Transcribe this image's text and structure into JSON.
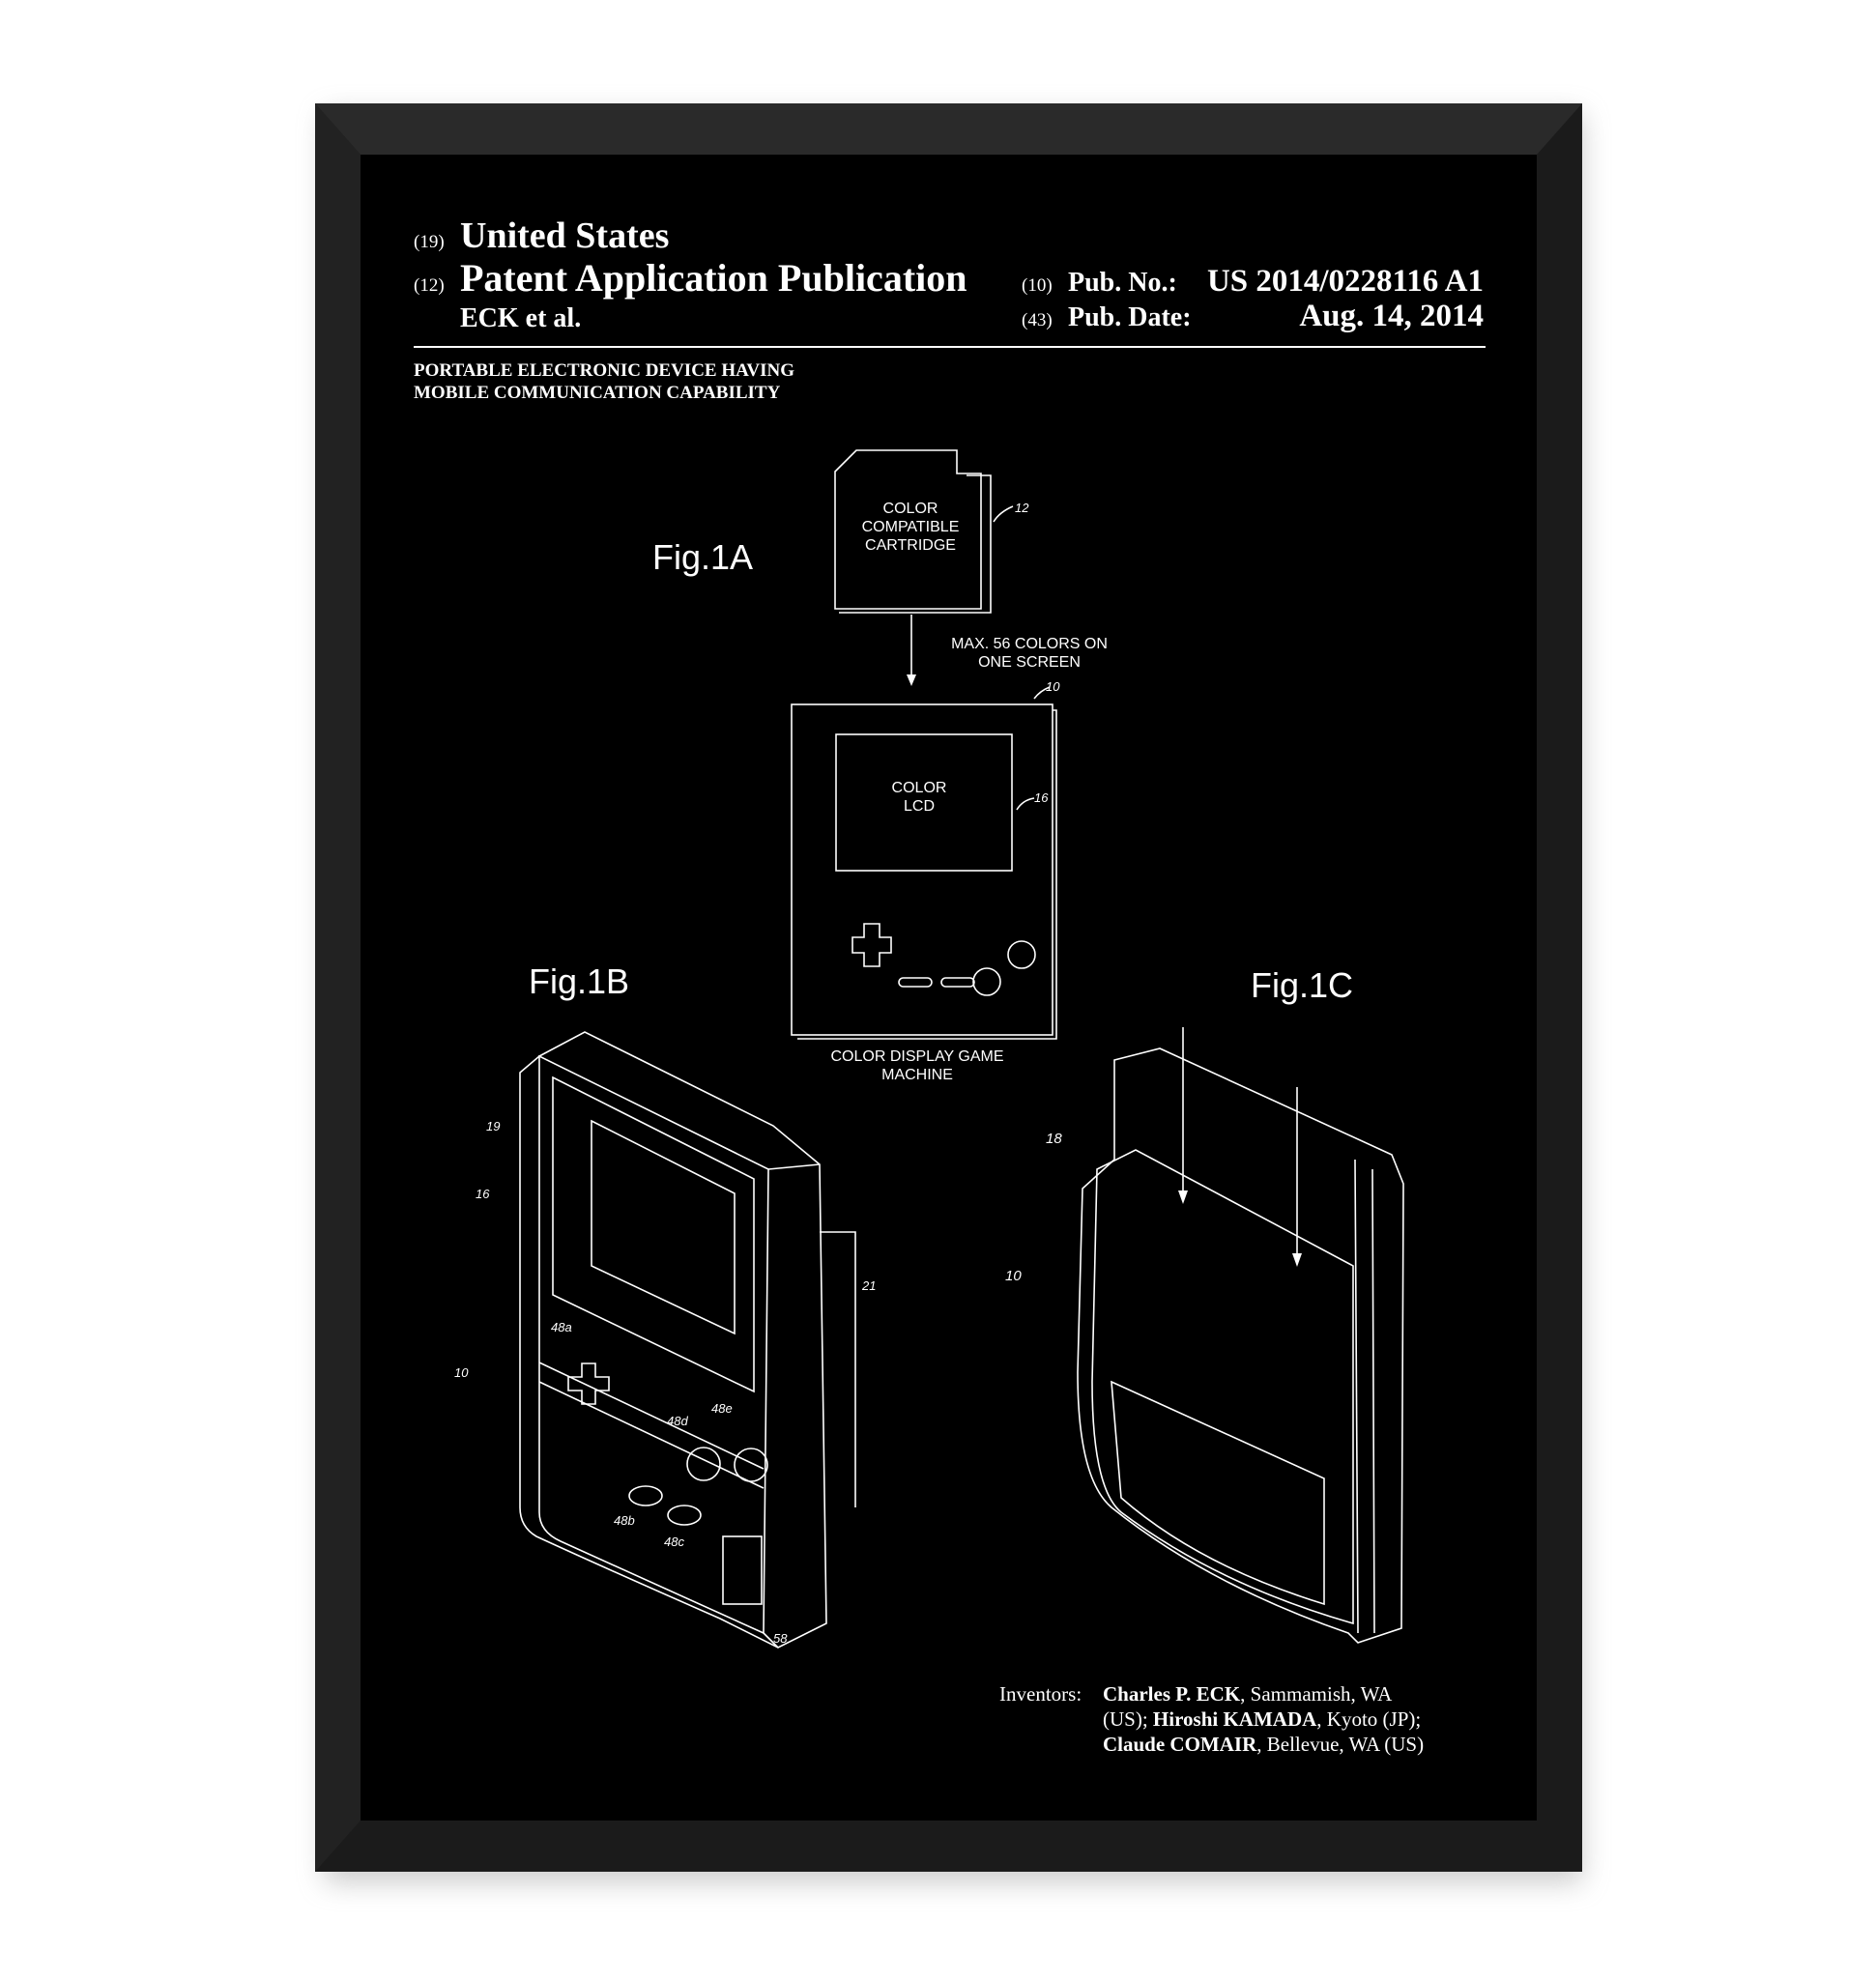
{
  "header": {
    "country_code": "(19)",
    "country": "United States",
    "type_code": "(12)",
    "type": "Patent Application Publication",
    "authors": "ECK et al.",
    "pub_no_code": "(10)",
    "pub_no_label": "Pub. No.:",
    "pub_no": "US 2014/0228116 A1",
    "pub_date_code": "(43)",
    "pub_date_label": "Pub. Date:",
    "pub_date": "Aug. 14, 2014"
  },
  "title_lines": [
    "PORTABLE ELECTRONIC DEVICE HAVING",
    "MOBILE COMMUNICATION CAPABILITY"
  ],
  "fig1a": {
    "label": "Fig.1A",
    "cartridge_lines": [
      "COLOR",
      "COMPATIBLE",
      "CARTRIDGE"
    ],
    "cartridge_ref": "12",
    "arrow_note_lines": [
      "MAX. 56 COLORS ON",
      "ONE SCREEN"
    ],
    "device_ref": "10",
    "lcd_lines": [
      "COLOR",
      "LCD"
    ],
    "lcd_ref": "16",
    "caption_lines": [
      "COLOR DISPLAY GAME",
      "MACHINE"
    ]
  },
  "fig1b": {
    "label": "Fig.1B",
    "refs": [
      "19",
      "16",
      "21",
      "48a",
      "10",
      "48d",
      "48e",
      "48b",
      "48c",
      "58"
    ]
  },
  "fig1c": {
    "label": "Fig.1C",
    "refs": [
      "18",
      "10"
    ]
  },
  "inventors": {
    "label": "Inventors:",
    "line1_bold": "Charles P. ECK",
    "line1_rest": ", Sammamish, WA",
    "line2_pre": "(US); ",
    "line2_bold": "Hiroshi KAMADA",
    "line2_rest": ", Kyoto (JP);",
    "line3_bold": "Claude COMAIR",
    "line3_rest": ", Bellevue, WA (US)"
  },
  "colors": {
    "frame": "#1a1a1a",
    "mat": "#000000",
    "ink": "#ffffff"
  }
}
